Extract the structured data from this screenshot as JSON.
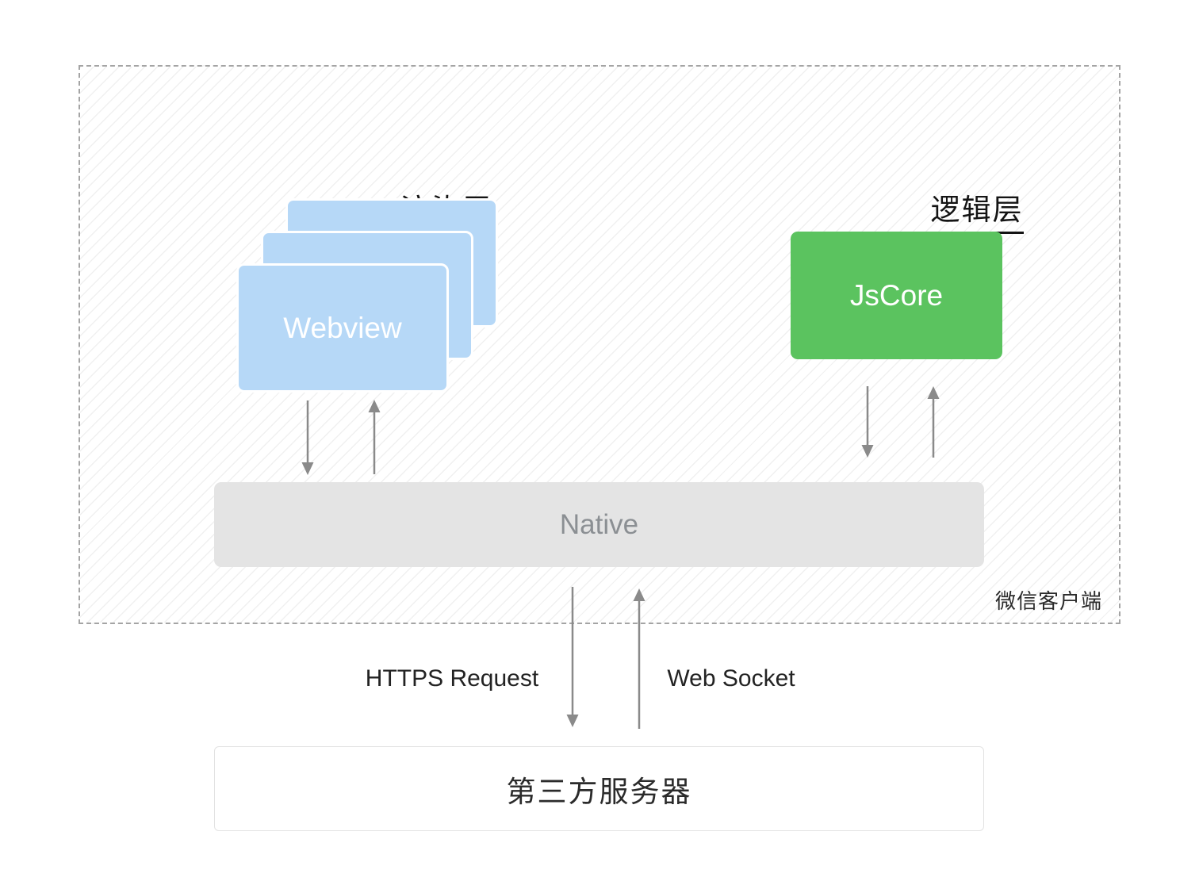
{
  "titles": {
    "render_layer": "渲染层",
    "logic_layer": "逻辑层"
  },
  "boxes": {
    "webview": "Webview",
    "jscore": "JsCore",
    "native": "Native",
    "server": "第三方服务器"
  },
  "labels": {
    "client": "微信客户端",
    "https": "HTTPS Request",
    "websocket": "Web Socket"
  },
  "colors": {
    "webview_blue": "#B6D8F7",
    "jscore_green": "#5BC35F",
    "native_gray": "#E4E4E4",
    "arrow_gray": "#8A8A8A"
  }
}
